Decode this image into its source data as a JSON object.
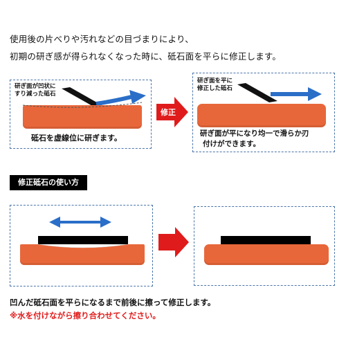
{
  "intro": {
    "line1": "使用後の片べりや汚れなどの目づまりにより、",
    "line2": "初期の研ぎ感が得られなくなった時に、砥石面を平らに修正します。"
  },
  "panel1": {
    "label_line1": "研ぎ面が凹状に",
    "label_line2": "すり減った砥石",
    "caption": "砥石を虚線位に研ぎます。"
  },
  "middle_arrow_label": "修正",
  "panel2": {
    "label_line1": "研ぎ面を平に",
    "label_line2": "修正した砥石",
    "caption_line1": "研ぎ面が平になり均一で滑らか刃",
    "caption_line2": "付けができます。"
  },
  "section_title": "修正砥石の使い方",
  "bottom": {
    "line1": "凹んだ砥石面を平らになるまで前後に擦って修正します。",
    "line2": "※水を付けながら擦り合わせてください。"
  },
  "colors": {
    "stone": "#e8673a",
    "arrow_blue": "#2a6ec8",
    "arrow_red": "#e01b1b",
    "dash_border": "#4a74a8"
  },
  "icons": [
    "blade-icon",
    "blue-arrow-icon",
    "red-arrow-icon",
    "double-arrow-icon",
    "correction-stone-icon"
  ]
}
